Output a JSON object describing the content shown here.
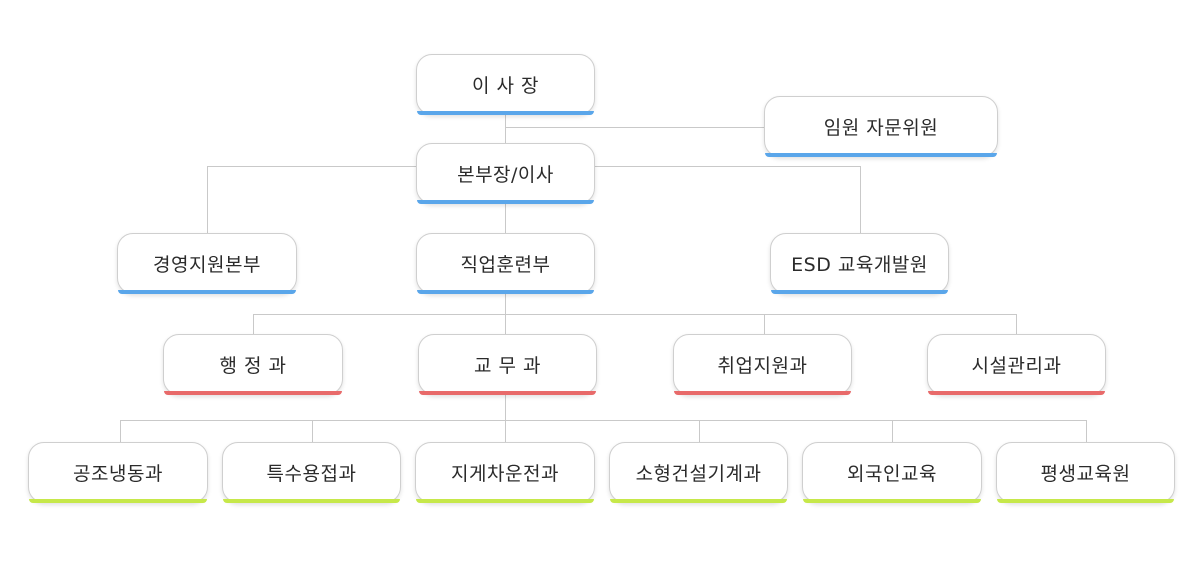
{
  "colors": {
    "accent_blue": "#5aa6ea",
    "accent_red": "#e86a6a",
    "accent_green": "#c6e84a",
    "line": "#c9c9c9"
  },
  "nodes": {
    "chairman": "이 사 장",
    "advisory": "임원 자문위원",
    "director": "본부장/이사",
    "management": "경영지원본부",
    "vocational": "직업훈련부",
    "esd": "ESD 교육개발원",
    "admin": "행 정 과",
    "academic": "교 무 과",
    "employment": "취업지원과",
    "facility": "시설관리과",
    "hvac": "공조냉동과",
    "welding": "특수용접과",
    "forklift": "지게차운전과",
    "machinery": "소형건설기계과",
    "foreign": "외국인교육",
    "lifelong": "평생교육원"
  }
}
